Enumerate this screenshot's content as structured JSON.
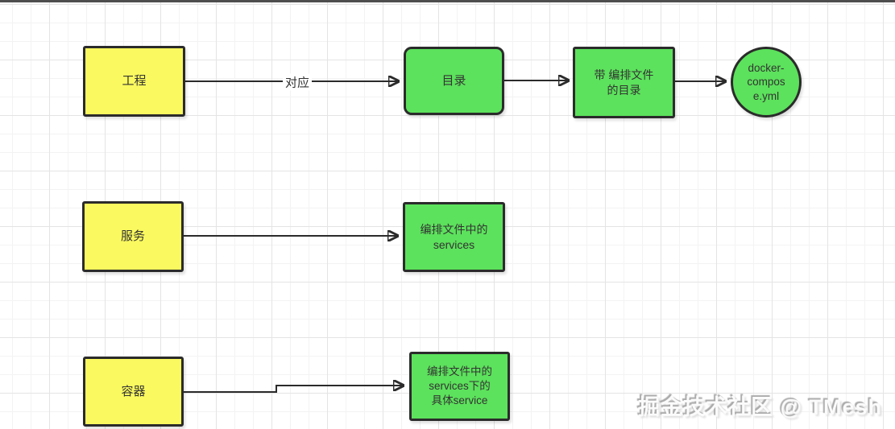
{
  "colors": {
    "node_yellow": "#FAF95F",
    "node_green": "#5CE25C",
    "node_border": "#2B2B2B",
    "edge": "#2B2B2B",
    "text": "#333333",
    "topbar": "#4E4E4E",
    "grid_minor": "#F3F3F3",
    "grid_major": "#E4E4E4",
    "canvas": "#FFFFFF"
  },
  "nodes": {
    "project": {
      "label": "工程",
      "shape": "rect",
      "fill": "yellow"
    },
    "directory": {
      "label": "目录",
      "shape": "rounded-rect",
      "fill": "green"
    },
    "compose_dir": {
      "label": "带 编排文件\n的目录",
      "shape": "rect",
      "fill": "green"
    },
    "compose_file": {
      "label": "docker-\ncompos\ne.yml",
      "shape": "circle",
      "fill": "green"
    },
    "service": {
      "label": "服务",
      "shape": "rect",
      "fill": "yellow"
    },
    "services_in_file": {
      "label": "编排文件中的\nservices",
      "shape": "rect",
      "fill": "green"
    },
    "container": {
      "label": "容器",
      "shape": "rect",
      "fill": "yellow"
    },
    "concrete_service": {
      "label": "编排文件中的\nservices下的\n具体service",
      "shape": "rect",
      "fill": "green"
    }
  },
  "edges": [
    {
      "from": "project",
      "to": "directory",
      "label": "对应"
    },
    {
      "from": "directory",
      "to": "compose_dir",
      "label": ""
    },
    {
      "from": "compose_dir",
      "to": "compose_file",
      "label": ""
    },
    {
      "from": "service",
      "to": "services_in_file",
      "label": ""
    },
    {
      "from": "container",
      "to": "concrete_service",
      "label": ""
    }
  ],
  "watermark": {
    "text": "掘金技术社区 @ TMesh"
  }
}
